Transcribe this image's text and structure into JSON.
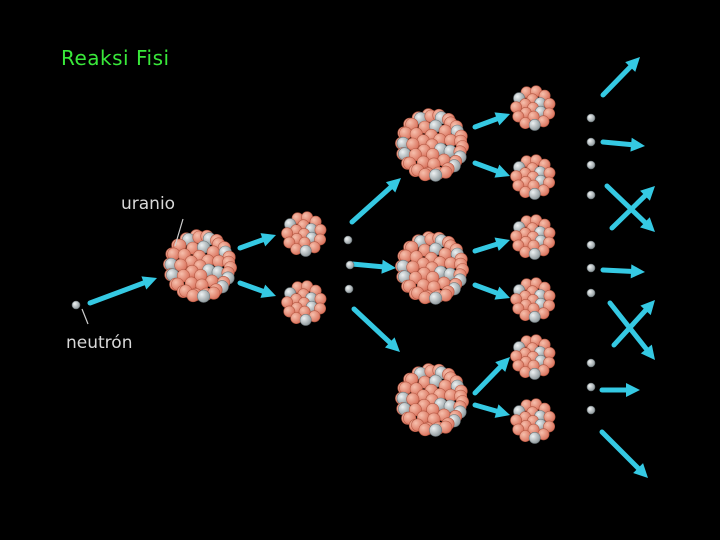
{
  "slide": {
    "title": "Reaksi Fisi"
  },
  "diagram": {
    "label_uranium": "uranio",
    "label_neutron": "neutrón",
    "colors": {
      "background": "#000000",
      "title": "#39e83a",
      "arrow": "#35c9e3",
      "nucleus_fill": "#e5896f",
      "nucleus_stroke": "#f6c0ad",
      "neutron": "#bfc6c9"
    }
  }
}
